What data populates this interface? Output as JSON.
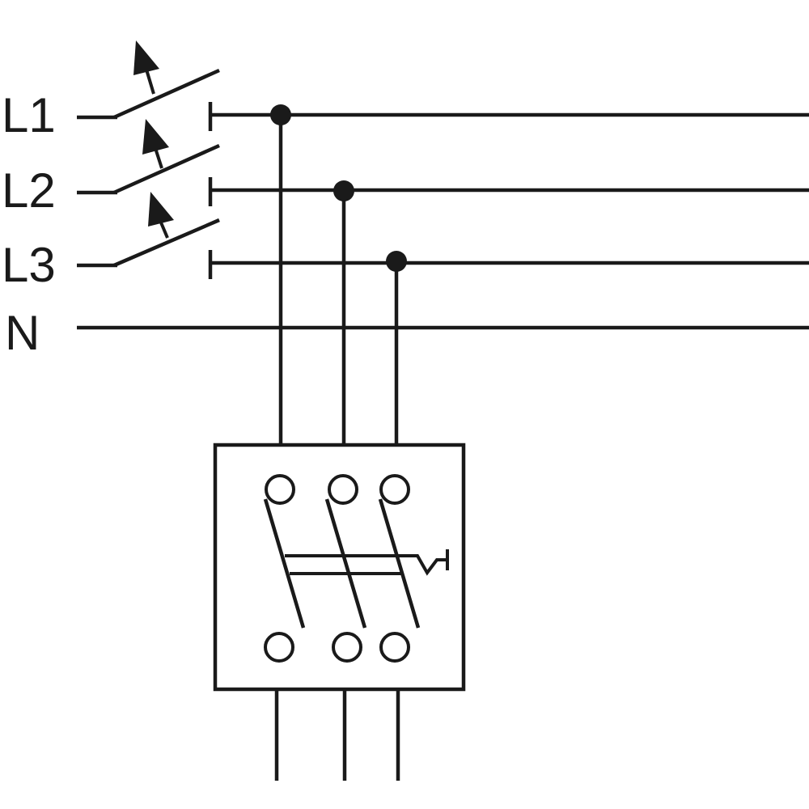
{
  "diagram": {
    "line_labels": [
      "L1",
      "L2",
      "L3",
      "N"
    ]
  },
  "colors": {
    "stroke": "#1a1a1a",
    "background": "#ffffff"
  }
}
